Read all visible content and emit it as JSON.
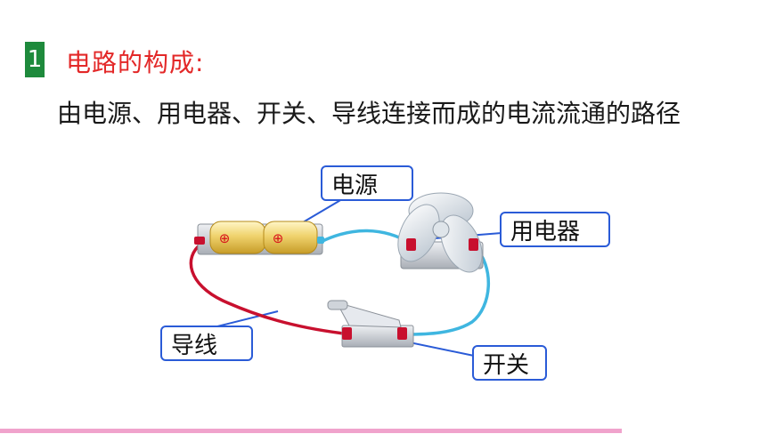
{
  "section": {
    "number": "1",
    "title": "电路的构成:",
    "definition": "由电源、用电器、开关、导线连接而成的电流流通的路径"
  },
  "labels": {
    "power_source": "电源",
    "appliance": "用电器",
    "wire": "导线",
    "switch": "开关"
  },
  "battery_symbol": "⊕",
  "colors": {
    "badge": "#1e8a3c",
    "heading": "#e32828",
    "callout_border": "#2a5bd7",
    "wire_red": "#c8102e",
    "wire_blue": "#3fb6e0",
    "battery": "#e8c85a",
    "divider": "#f0a3cc"
  }
}
